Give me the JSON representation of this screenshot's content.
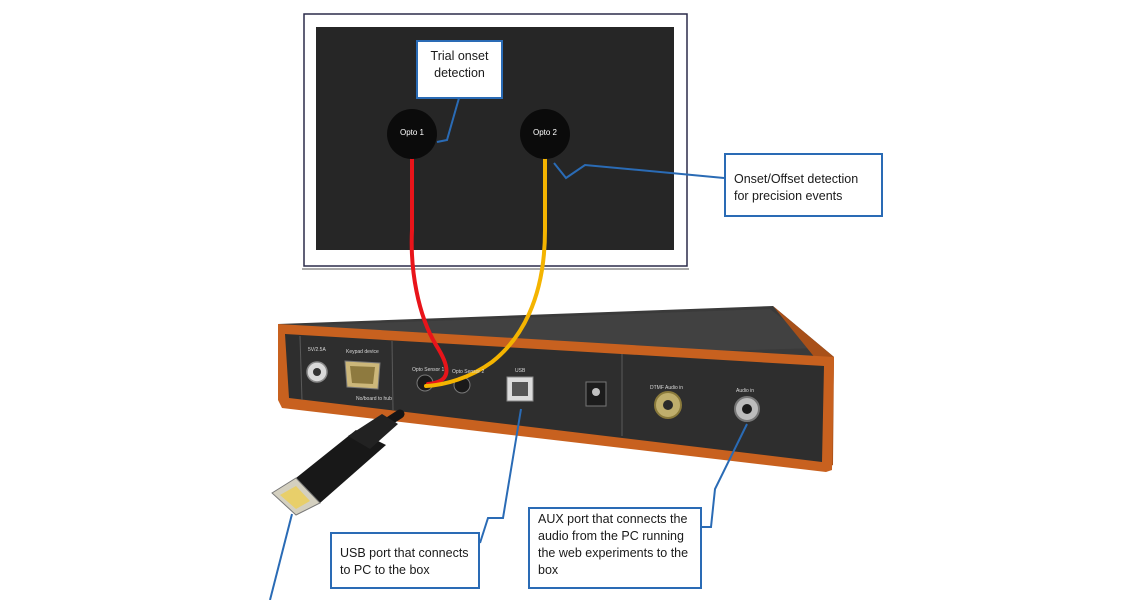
{
  "opto_sensors": [
    {
      "id": "opto-1",
      "label": "Opto 1"
    },
    {
      "id": "opto-2",
      "label": "Opto 2"
    }
  ],
  "callouts": {
    "trial_onset": "Trial onset detection",
    "onset_offset": "Onset/Offset detection for precision events",
    "usb_port": "USB port that connects to PC to the box",
    "aux_port": "AUX port that connects the audio from the PC running the web experiments to the box"
  },
  "panel_labels": {
    "pwr": "5V/2.5A",
    "keypad": "Keypad device",
    "keypad_sub": "No/board to hub",
    "opto_sensor_1": "Opto Sensor 1",
    "opto_sensor_2": "Opto Sensor 2",
    "usb": "USB",
    "dtmf": "DTMF Audio in",
    "audio_in": "Audio in"
  },
  "colors": {
    "callout_border": "#2a6bb5",
    "leader_line": "#2a6bb5",
    "cable_opto1": "#e8141a",
    "cable_opto2": "#f4b400",
    "case_orange": "#c8611f",
    "screen_black": "#262626"
  }
}
